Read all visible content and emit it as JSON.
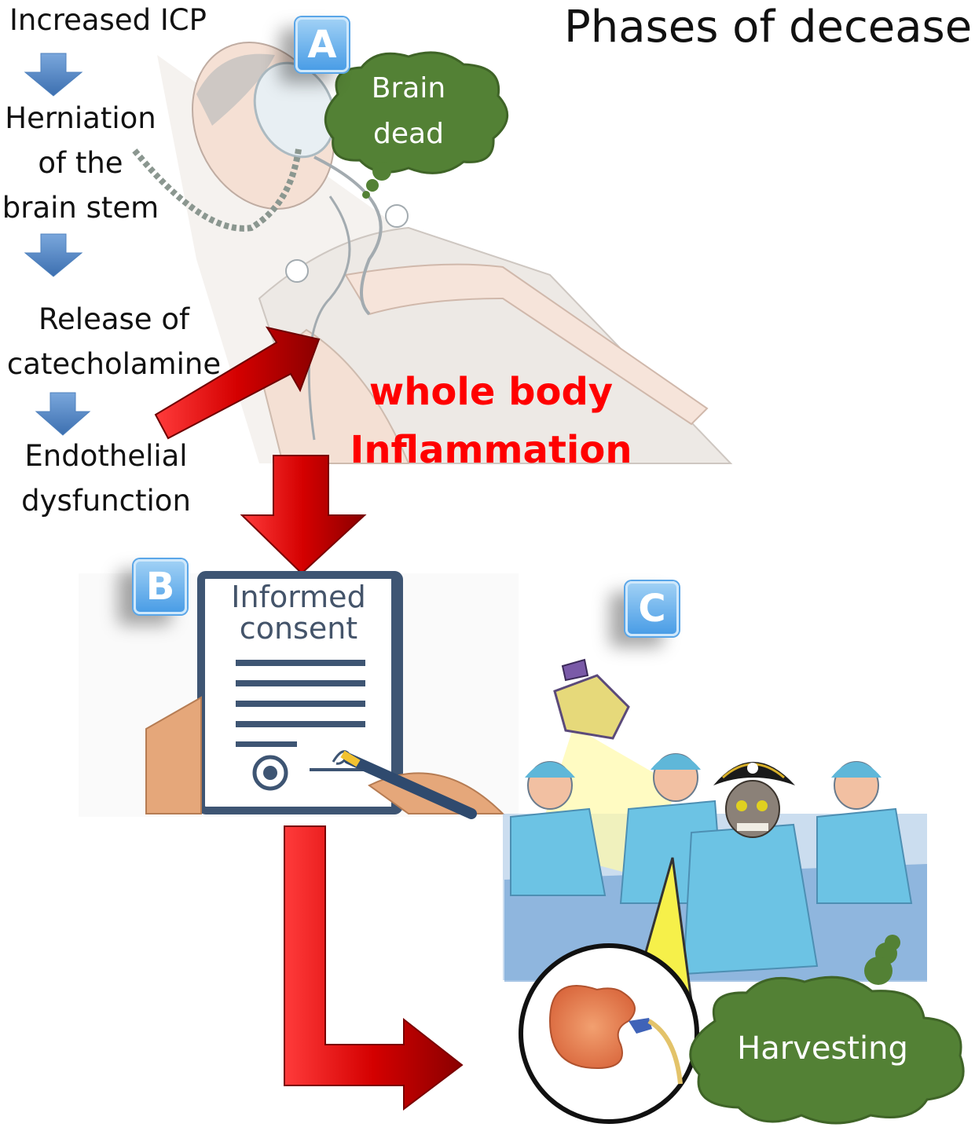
{
  "title": "Phases of decease",
  "cascade": {
    "steps": [
      "Increased ICP",
      "Herniation",
      "of the",
      "brain stem",
      "Release of",
      "catecholamine",
      "Endothelial",
      "dysfunction"
    ]
  },
  "effect": {
    "line1": "whole body",
    "line2": "Inflammation"
  },
  "panels": {
    "a": "A",
    "b": "B",
    "c": "C"
  },
  "thought_a": {
    "line1": "Brain",
    "line2": "dead"
  },
  "consent_form": {
    "line1": "Informed",
    "line2": "consent"
  },
  "thought_c": "Harvesting",
  "colors": {
    "effect_text": "#ff0000",
    "badge": "#4a9de6",
    "cloud": "#538135",
    "down_arrow": "#4f81bd",
    "big_arrow": "#c00000"
  }
}
